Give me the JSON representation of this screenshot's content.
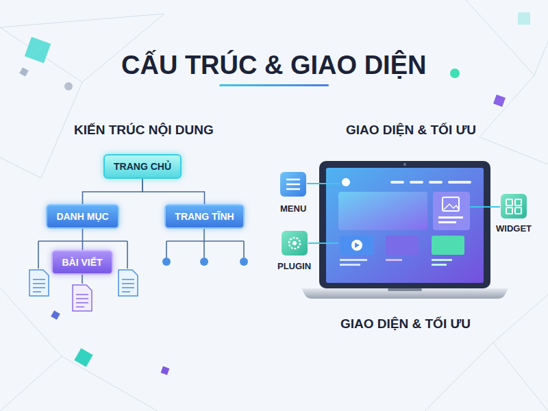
{
  "diagram": {
    "title": "CẤU TRÚC & GIAO DIỆN",
    "nodes": [
      {
        "text": [
          "TRANG CHỦ"
        ]
      },
      {
        "text": [
          "DANH MỤC"
        ]
      },
      {
        "text": [
          "TRANG TĨNH"
        ]
      },
      {
        "text": [
          "BÀI VIẾT"
        ]
      }
    ],
    "edges": [
      {
        "from": 0,
        "to": 1,
        "arrow": "none"
      },
      {
        "from": 0,
        "to": 2,
        "arrow": "none"
      },
      {
        "from": 1,
        "to": 3,
        "arrow": "none"
      }
    ],
    "labels": [
      "KIẾN TRÚC NỘI DUNG",
      "GIAO DIỆN & TỐI ƯU",
      "MENU",
      "WIDGET",
      "PLUGIN",
      "GIAO DIỆN & TỐI ƯU"
    ]
  }
}
